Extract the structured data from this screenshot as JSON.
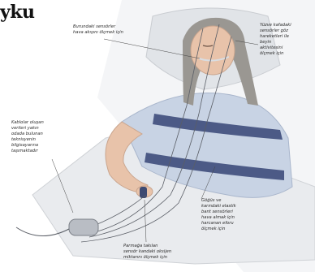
{
  "title": "yku",
  "callouts": {
    "nose": {
      "lines": [
        "Burundaki sensörler",
        "hava akışını ölçmek için"
      ]
    },
    "face": {
      "lines": [
        "Yüzve kafadaki",
        "sensörler göz",
        "hareketleri ile",
        "beyin",
        "aktivitesini",
        "ölçmek için"
      ]
    },
    "cables": {
      "lines": [
        "Kablolar oluşan",
        "verileri yakın",
        "odada bulunan",
        "teknisyenin",
        "bilgisayarına",
        "taşımaktadır"
      ]
    },
    "chest": {
      "lines": [
        "Göğüs ve",
        "karındaki elastik",
        "bant sensörleri",
        "hava almak için",
        "harcanan eforu",
        "ölçmek için"
      ]
    },
    "finger": {
      "lines": [
        "Parmağa takılan",
        "sensör kandaki oksijen",
        "miktarını ölçmek için"
      ]
    }
  },
  "colors": {
    "band": "#4c5a86",
    "gown": "#c8d3e4",
    "sheet": "#e9ebee",
    "skin": "#e8c3aa",
    "hair": "#9a9792",
    "pillow": "#e1e4e8"
  }
}
